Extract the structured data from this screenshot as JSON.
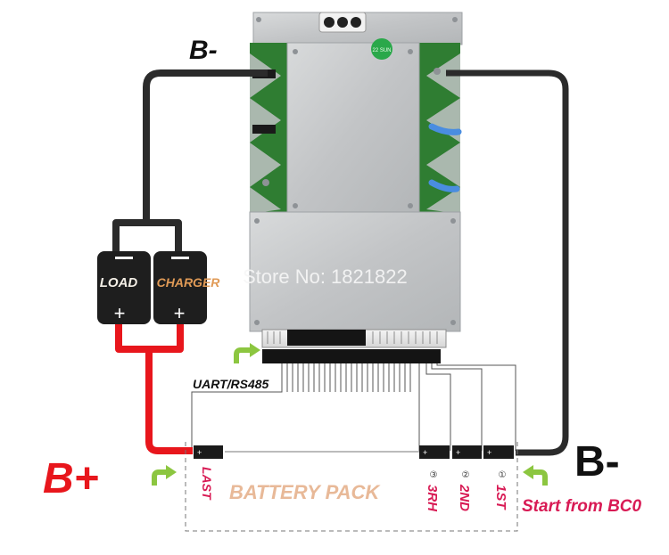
{
  "labels": {
    "b_minus_top": "B-",
    "b_minus_right": "B-",
    "b_plus": "B+",
    "load": "LOAD",
    "charger": "CHARGER",
    "watermark": "Store No: 1821822",
    "uart": "UART/RS485",
    "battery_pack": "BATTERY PACK",
    "start_from": "Start from BC0",
    "plus_symbol": "+",
    "minus_symbol": "−"
  },
  "cells": [
    {
      "num": "①",
      "label": "1ST"
    },
    {
      "num": "②",
      "label": "2ND"
    },
    {
      "num": "③",
      "label": "3RH"
    },
    {
      "num": "",
      "label": "LAST"
    }
  ],
  "chip_label": "22 SUN",
  "colors": {
    "wire_black": "#2b2b2b",
    "wire_red": "#e8161c",
    "b_plus": "#e8161c",
    "load_text": "#f4efe6",
    "charger_text": "#e09a56",
    "battery_pack_text": "#e8b998",
    "cell_label_text": "#d81a54",
    "start_text": "#d81a54",
    "arrow_green": "#8cc640",
    "board_metal": "#c9cbcd",
    "board_green": "#2f7d32",
    "blue_wire": "#4a8de0"
  }
}
